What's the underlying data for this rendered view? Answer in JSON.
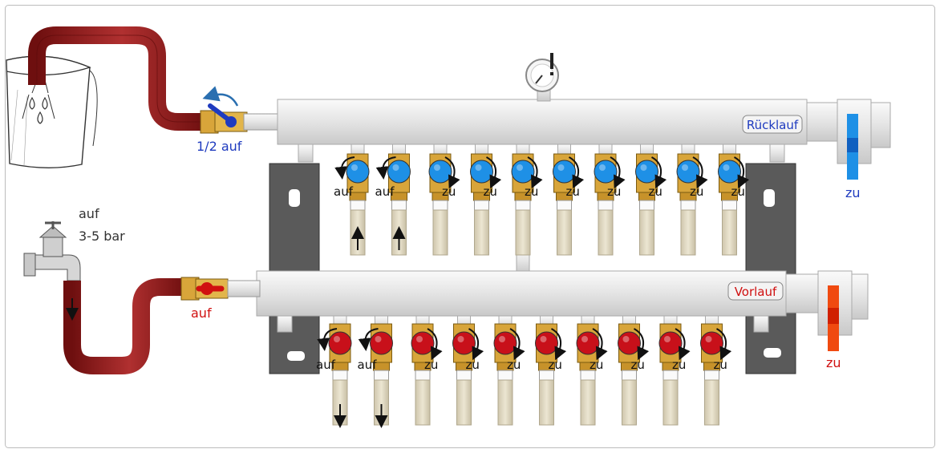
{
  "labels": {
    "return_manifold": "Rücklauf",
    "supply_manifold": "Vorlauf",
    "inlet_valve_state": "1/2 auf",
    "outlet_valve_state": "auf",
    "tap_state": "auf",
    "tap_pressure": "3-5 bar",
    "return_end_state": "zu",
    "supply_end_state": "zu"
  },
  "return_valves": [
    "auf",
    "auf",
    "zu",
    "zu",
    "zu",
    "zu",
    "zu",
    "zu",
    "zu",
    "zu"
  ],
  "supply_valves": [
    "auf",
    "auf",
    "zu",
    "zu",
    "zu",
    "zu",
    "zu",
    "zu",
    "zu",
    "zu"
  ],
  "colors": {
    "hose": "#8e1b1b",
    "valve_blue": "#1e90e6",
    "valve_red": "#c8101a",
    "brass": "#d8a53a",
    "label_blue": "#1f3bbf",
    "label_red": "#d01010",
    "manifold": "#e6e6e6",
    "bracket": "#555555"
  }
}
